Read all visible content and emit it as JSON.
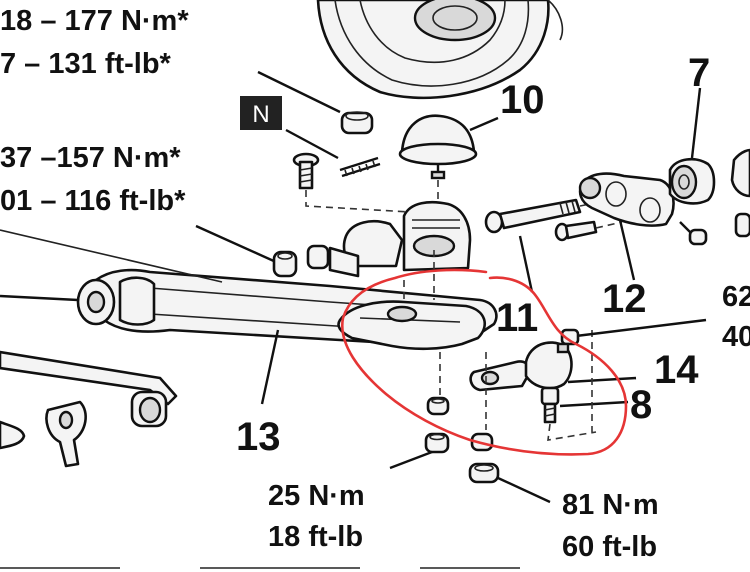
{
  "torque_labels": {
    "top_line1": "18 – 177 N·m*",
    "top_line2": "7 – 131 ft-lb*",
    "mid_line1": "37 –157 N·m*",
    "mid_line2": "01 – 116 ft-lb*",
    "bottom_left_line1": "25 N·m",
    "bottom_left_line2": "18 ft-lb",
    "bottom_right_line1": "81 N·m",
    "bottom_right_line2": "60 ft-lb",
    "right_edge_line1": "62",
    "right_edge_line2": "40"
  },
  "callouts": {
    "c7": "7",
    "c10": "10",
    "c11": "11",
    "c12": "12",
    "c13": "13",
    "c14": "14",
    "c8": "8"
  },
  "badge": {
    "text": "N"
  },
  "colors": {
    "annotation_circle": "#e53535",
    "ink": "#111111",
    "badge_bg": "#222222"
  }
}
